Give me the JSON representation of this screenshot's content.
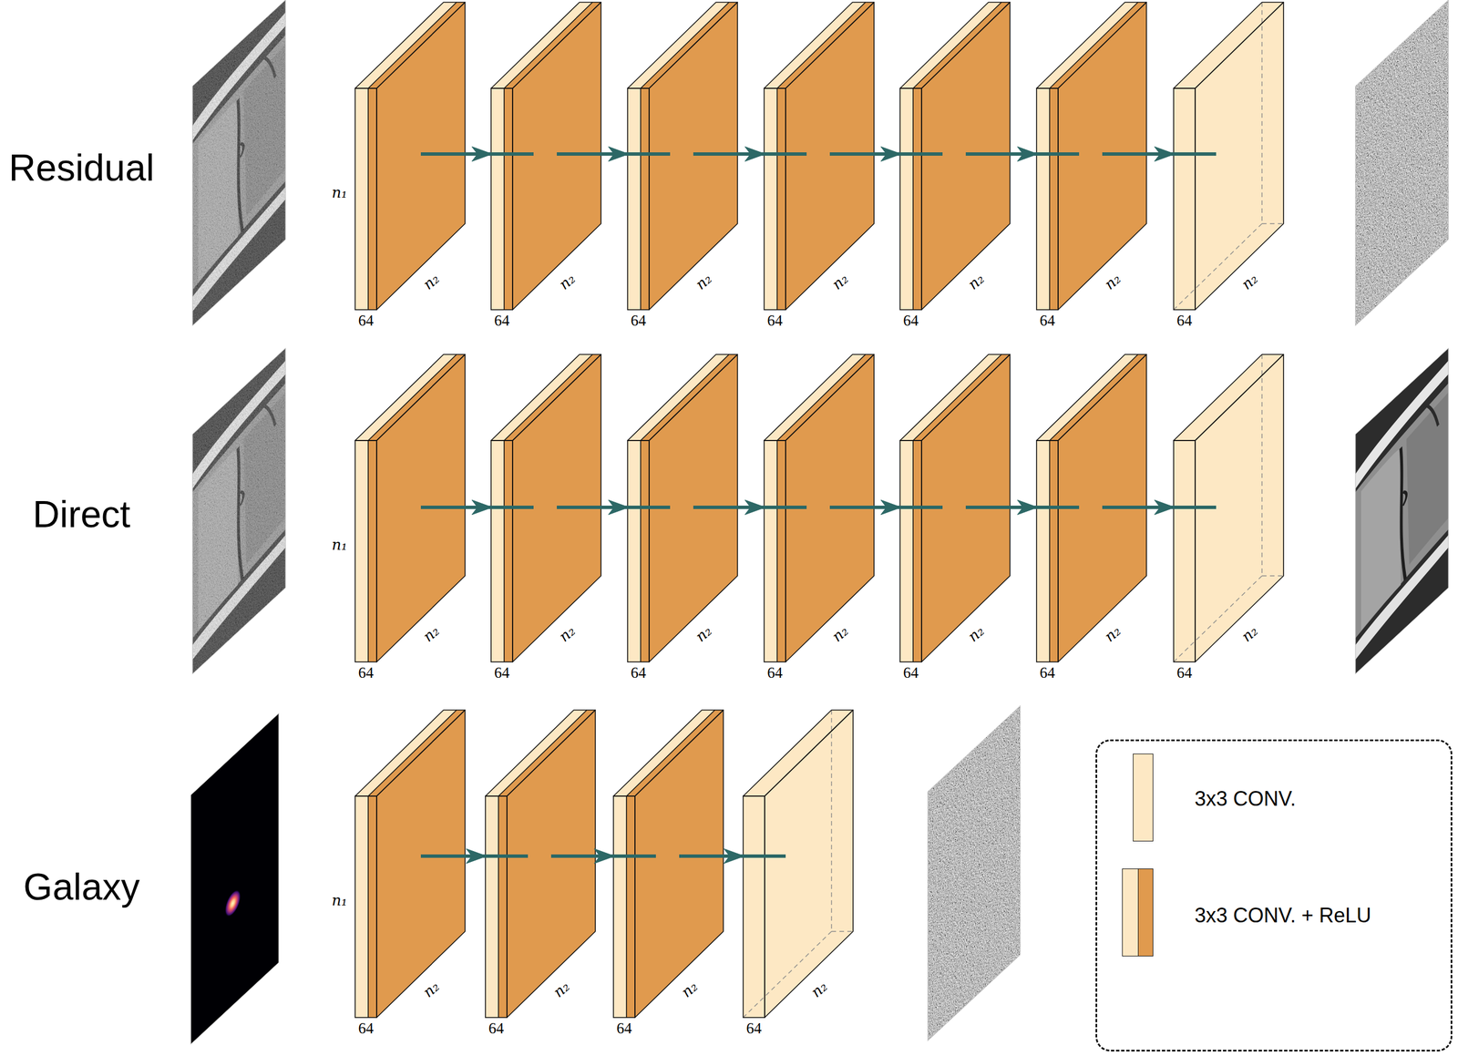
{
  "diagram": {
    "nodes": [
      {
        "text": [
          "n₁",
          "n₂",
          "64"
        ]
      },
      {
        "text": [
          "n₂",
          "64"
        ]
      },
      {
        "text": [
          "n₂",
          "64"
        ]
      },
      {
        "text": [
          "n₂",
          "64"
        ]
      },
      {
        "text": [
          "n₂",
          "64"
        ]
      },
      {
        "text": [
          "n₂",
          "64"
        ]
      },
      {
        "text": [
          "n₂",
          "64"
        ]
      },
      {
        "text": [
          "n₁",
          "n₂",
          "64"
        ]
      },
      {
        "text": [
          "n₂",
          "64"
        ]
      },
      {
        "text": [
          "n₂",
          "64"
        ]
      },
      {
        "text": [
          "n₂",
          "64"
        ]
      },
      {
        "text": [
          "n₂",
          "64"
        ]
      },
      {
        "text": [
          "n₂",
          "64"
        ]
      },
      {
        "text": [
          "n₂",
          "64"
        ]
      },
      {
        "text": [
          "n₁",
          "n₂",
          "64"
        ]
      },
      {
        "text": [
          "n₂",
          "64"
        ]
      },
      {
        "text": [
          "n₂",
          "64"
        ]
      },
      {
        "text": [
          "n₂",
          "64"
        ]
      }
    ],
    "edges": [
      {
        "from": 0,
        "to": 1,
        "arrow": "to"
      },
      {
        "from": 1,
        "to": 2,
        "arrow": "to"
      },
      {
        "from": 2,
        "to": 3,
        "arrow": "to"
      },
      {
        "from": 3,
        "to": 4,
        "arrow": "to"
      },
      {
        "from": 4,
        "to": 5,
        "arrow": "to"
      },
      {
        "from": 5,
        "to": 6,
        "arrow": "to"
      },
      {
        "from": 7,
        "to": 8,
        "arrow": "to"
      },
      {
        "from": 8,
        "to": 9,
        "arrow": "to"
      },
      {
        "from": 9,
        "to": 10,
        "arrow": "to"
      },
      {
        "from": 10,
        "to": 11,
        "arrow": "to"
      },
      {
        "from": 11,
        "to": 12,
        "arrow": "to"
      },
      {
        "from": 12,
        "to": 13,
        "arrow": "to"
      },
      {
        "from": 14,
        "to": 15,
        "arrow": "to"
      },
      {
        "from": 15,
        "to": 16,
        "arrow": "to"
      },
      {
        "from": 16,
        "to": 17,
        "arrow": "to"
      }
    ],
    "labels": [
      "Residual",
      "Direct",
      "Galaxy"
    ],
    "legend": [
      {
        "text": "3x3 CONV.",
        "color": "#fde8c4"
      },
      {
        "text": "3x3 CONV. + ReLU"
      }
    ]
  }
}
